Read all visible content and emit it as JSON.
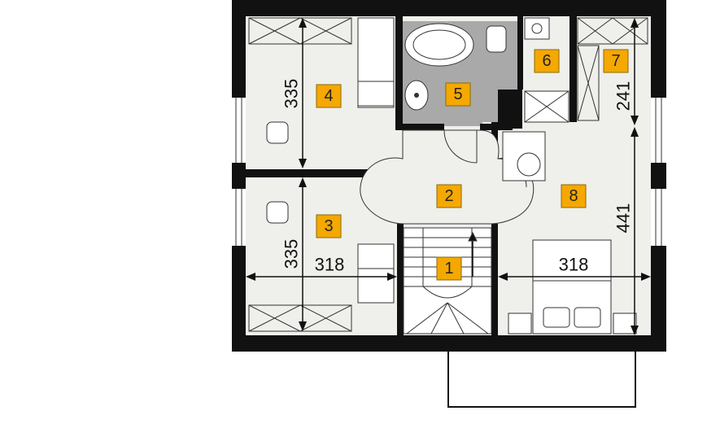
{
  "plan": {
    "colors": {
      "wall": "#111111",
      "floor": "#efefeb",
      "bathroom_floor": "#a9a9a9",
      "room_label": "#f5a800",
      "background": "#ffffff"
    },
    "rooms": [
      {
        "key": "r1",
        "label": "1"
      },
      {
        "key": "r2",
        "label": "2"
      },
      {
        "key": "r3",
        "label": "3"
      },
      {
        "key": "r4",
        "label": "4"
      },
      {
        "key": "r5",
        "label": "5"
      },
      {
        "key": "r6",
        "label": "6"
      },
      {
        "key": "r7",
        "label": "7"
      },
      {
        "key": "r8",
        "label": "8"
      }
    ],
    "dimensions": {
      "room4_height": "335",
      "room3_height": "335",
      "room3_width": "318",
      "room8_width": "318",
      "room7_height": "241",
      "room8_height": "441"
    }
  }
}
